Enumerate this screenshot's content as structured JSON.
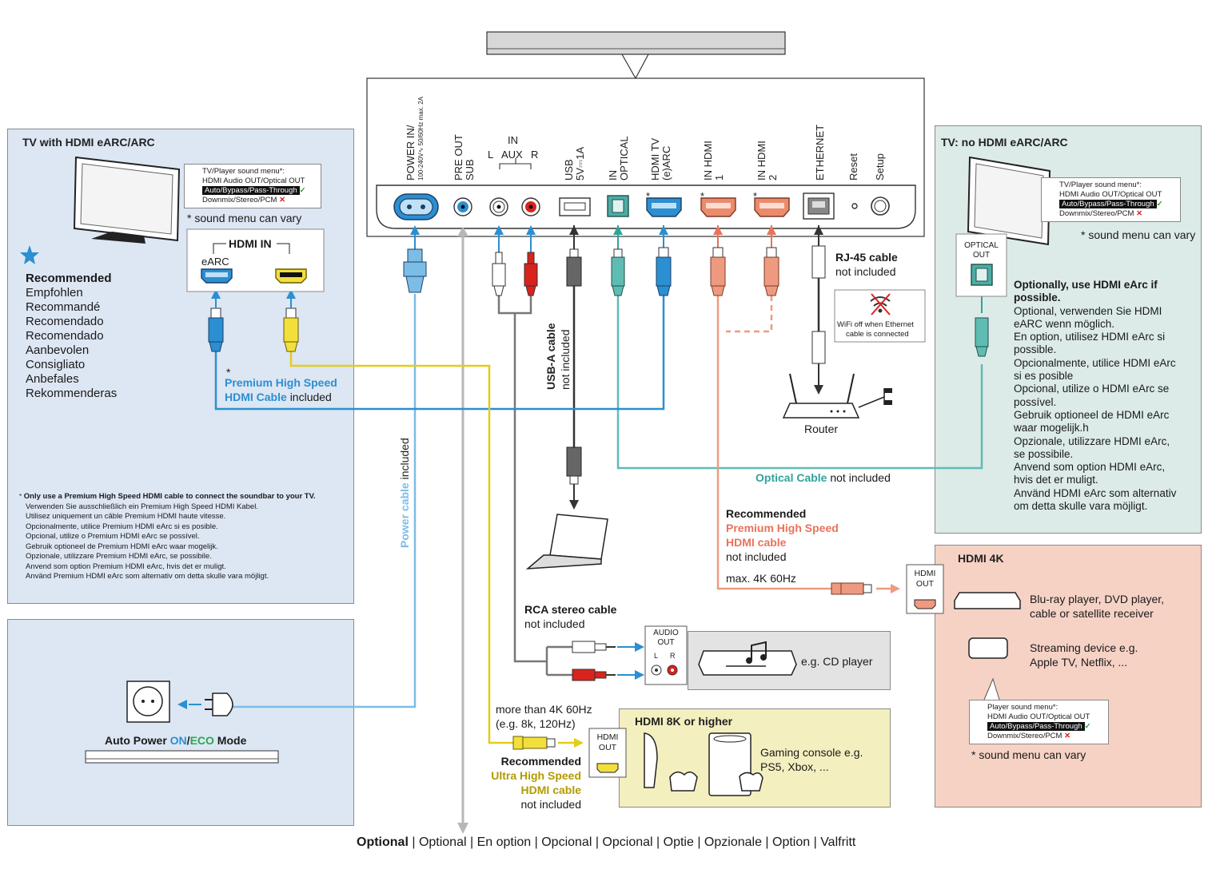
{
  "soundbar_panel": {
    "port_labels": {
      "power": "POWER IN/",
      "power_spec": "100-240V∿ 50/60Hz max. 2A",
      "preout": "PRE OUT SUB",
      "aux_in": "IN",
      "aux_l": "L",
      "aux": "AUX",
      "aux_r": "R",
      "usb": "USB 5V⎓1A",
      "optical": "IN OPTICAL",
      "hdmi_tv": "HDMI TV (e)ARC",
      "hdmi1": "IN HDMI 1",
      "hdmi2": "IN HDMI 2",
      "ethernet": "ETHERNET",
      "reset": "Reset",
      "setup": "Setup"
    },
    "asterisk": "*"
  },
  "tv_arc": {
    "title": "TV with HDMI eARC/ARC",
    "menu_title": "TV/Player sound menu*:",
    "menu_line1": "HDMI Audio OUT/Optical OUT",
    "menu_highlight": "Auto/Bypass/Pass-Through",
    "menu_line3": "Downmix/Stereo/PCM",
    "menu_note": "* sound menu can vary",
    "hdmi_in": "HDMI IN",
    "earc": "eARC",
    "recommended": [
      "Recommended",
      "Empfohlen",
      "Recommandé",
      "Recomendado",
      "Recomendado",
      "Aanbevolen",
      "Consigliato",
      "Anbefales",
      "Rekommenderas"
    ],
    "cable_asterisk": "*",
    "cable_line1": "Premium High Speed",
    "cable_line2": "HDMI Cable",
    "cable_included": "included",
    "footnote_star": "*",
    "footnotes": [
      "Only use a Premium High Speed HDMI cable to connect the soundbar to your TV.",
      "Verwenden Sie ausschließlich ein Premium High Speed HDMI Kabel.",
      "Utilisez uniquement un câble Premium HDMI haute vitesse.",
      "Opcionalmente, utilice Premium HDMI eArc si es posible.",
      "Opcional, utilize o Premium HDMI eArc se possível.",
      "Gebruik optioneel de Premium HDMI eArc waar mogelijk.",
      "Opzionale, utilizzare Premium HDMI eArc, se possibile.",
      "Anvend som option Premium HDMI eArc, hvis det er muligt.",
      "Använd Premium HDMI eArc som alternativ om detta skulle vara möjligt."
    ]
  },
  "power": {
    "cable_label": "Power cable",
    "cable_included": "included",
    "mode_prefix": "Auto Power",
    "mode_on": "ON",
    "mode_sep": "/",
    "mode_eco": "ECO",
    "mode_suffix": "Mode"
  },
  "usb": {
    "line1": "USB-A cable",
    "line2": "not included"
  },
  "rca": {
    "line1": "RCA stereo cable",
    "line2": "not included",
    "audio_out": "AUDIO OUT",
    "l": "L",
    "r": "R",
    "device": "e.g. CD player"
  },
  "ethernet": {
    "line1": "RJ-45 cable",
    "line2": "not included",
    "wifi_note1": "WiFi off when Ethernet",
    "wifi_note2": "cable is connected",
    "router": "Router"
  },
  "tv_noarc": {
    "title": "TV: no HDMI eARC/ARC",
    "menu_title": "TV/Player sound menu*:",
    "menu_line1": "HDMI Audio OUT/Optical OUT",
    "menu_highlight": "Auto/Bypass/Pass-Through",
    "menu_line3": "Downmix/Stereo/PCM",
    "menu_note": "* sound menu can vary",
    "optical_out": "OPTICAL OUT",
    "opt_heading": "Optionally, use HDMI eArc if possible.",
    "opt_lines": [
      "Optional, verwenden Sie HDMI",
      "eARC wenn möglich.",
      "En option, utilisez HDMI eArc si",
      "possible.",
      "Opcionalmente, utilice HDMI eArc",
      "si es posible",
      "Opcional, utilize o HDMI eArc se",
      "possível.",
      "Gebruik optioneel de HDMI eArc",
      "waar mogelijk.h",
      "Opzionale, utilizzare HDMI eArc,",
      "se possibile.",
      "Anvend som option HDMI eArc,",
      "hvis det er muligt.",
      "Använd HDMI eArc som alternativ",
      "om detta skulle vara möjligt."
    ],
    "optical_cable": "Optical Cable",
    "not_included": "not included"
  },
  "hdmi4k": {
    "title": "HDMI 4K",
    "rec": "Recommended",
    "cable1": "Premium High Speed",
    "cable2": "HDMI cable",
    "not_included": "not included",
    "max": "max. 4K 60Hz",
    "hdmi_out": "HDMI OUT",
    "dev1a": "Blu-ray player, DVD player,",
    "dev1b": "cable or satellite receiver",
    "dev2a": "Streaming device e.g.",
    "dev2b": "Apple TV, Netflix, ...",
    "menu_title": "Player sound menu*:",
    "menu_line1": "HDMI Audio OUT/Optical OUT",
    "menu_highlight": "Auto/Bypass/Pass-Through",
    "menu_line3": "Downmix/Stereo/PCM",
    "menu_note": "* sound menu can vary"
  },
  "hdmi8k": {
    "title": "HDMI 8K or higher",
    "more1": "more than 4K 60Hz",
    "more2": "(e.g. 8k, 120Hz)",
    "rec": "Recommended",
    "cable1": "Ultra High Speed",
    "cable2": "HDMI cable",
    "not_included": "not included",
    "hdmi_out": "HDMI OUT",
    "dev1": "Gaming console e.g.",
    "dev2": "PS5, Xbox, ..."
  },
  "optional": {
    "first": "Optional",
    "rest": " | Optional | En option | Opcional | Opcional | Optie | Opzionale | Option | Valfritt"
  },
  "colors": {
    "blue": "#2b8fd1",
    "yellow": "#e3cc1a",
    "teal": "#5fbcb3",
    "salmon": "#ee9a80",
    "grey": "#8a8a8a",
    "panel_blue": "#dde6f3",
    "panel_teal": "#dcebe8",
    "panel_salmon": "#f6d2c5",
    "panel_yellow": "#f4efbf"
  }
}
